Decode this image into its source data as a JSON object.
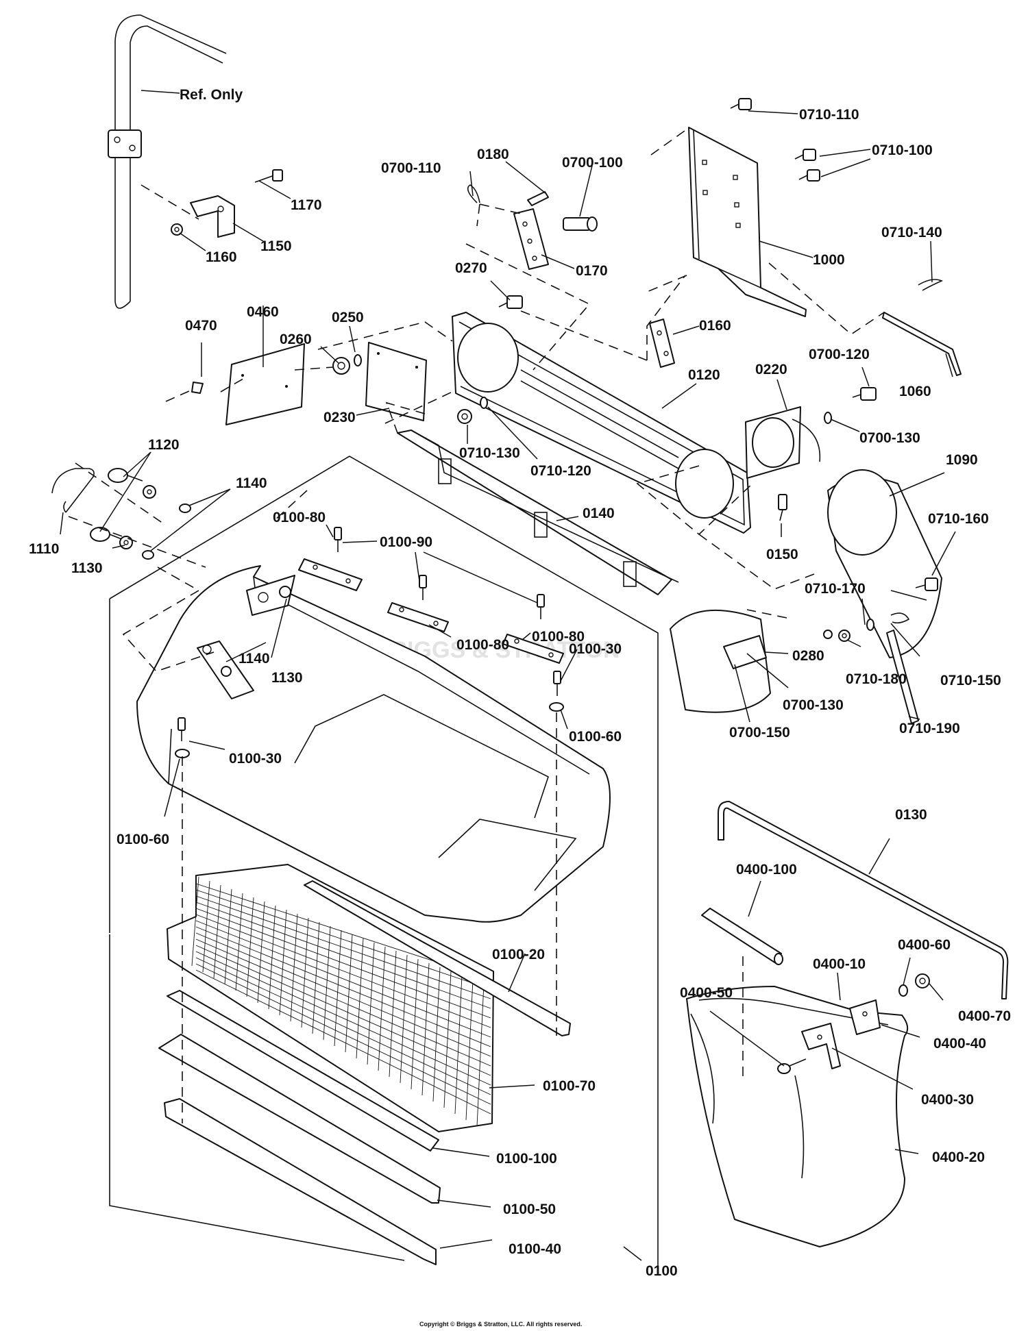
{
  "watermark": "BRIGGS & STRATTON",
  "copyright": "Copyright © Briggs & Stratton, LLC. All rights reserved.",
  "labels": {
    "ref_only": "Ref. Only",
    "p1170": "1170",
    "p1150": "1150",
    "p1160": "1160",
    "p0700_110": "0700-110",
    "p0180": "0180",
    "p0700_100": "0700-100",
    "p0170": "0170",
    "p0710_110": "0710-110",
    "p0710_100": "0710-100",
    "p1000": "1000",
    "p0710_140": "0710-140",
    "p1060": "1060",
    "p0470": "0470",
    "p0460": "0460",
    "p0260": "0260",
    "p0250": "0250",
    "p0230": "0230",
    "p0270": "0270",
    "p0160": "0160",
    "p0120": "0120",
    "p0220": "0220",
    "p0700_120": "0700-120",
    "p0700_130a": "0700-130",
    "p0710_130": "0710-130",
    "p0710_120": "0710-120",
    "p0140": "0140",
    "p0150": "0150",
    "p1090": "1090",
    "p0710_160": "0710-160",
    "p0710_170": "0710-170",
    "p1120": "1120",
    "p1140a": "1140",
    "p1110": "1110",
    "p1130a": "1130",
    "p0100_80a": "0100-80",
    "p0100_90": "0100-90",
    "p0100_80b": "0100-80",
    "p0100_80c": "0100-80",
    "p0100_30a": "0100-30",
    "p0100_60a": "0100-60",
    "p1140b": "1140",
    "p1130b": "1130",
    "p0100_30b": "0100-30",
    "p0100_60b": "0100-60",
    "p0280": "0280",
    "p0710_180": "0710-180",
    "p0710_150": "0710-150",
    "p0700_130b": "0700-130",
    "p0710_190": "0710-190",
    "p0700_150": "0700-150",
    "p0130": "0130",
    "p0400_100": "0400-100",
    "p0400_60": "0400-60",
    "p0400_10": "0400-10",
    "p0400_50": "0400-50",
    "p0400_70": "0400-70",
    "p0400_40": "0400-40",
    "p0400_30": "0400-30",
    "p0400_20": "0400-20",
    "p0100_20": "0100-20",
    "p0100_70": "0100-70",
    "p0100_100": "0100-100",
    "p0100_50": "0100-50",
    "p0100_40": "0100-40",
    "p0100": "0100"
  }
}
